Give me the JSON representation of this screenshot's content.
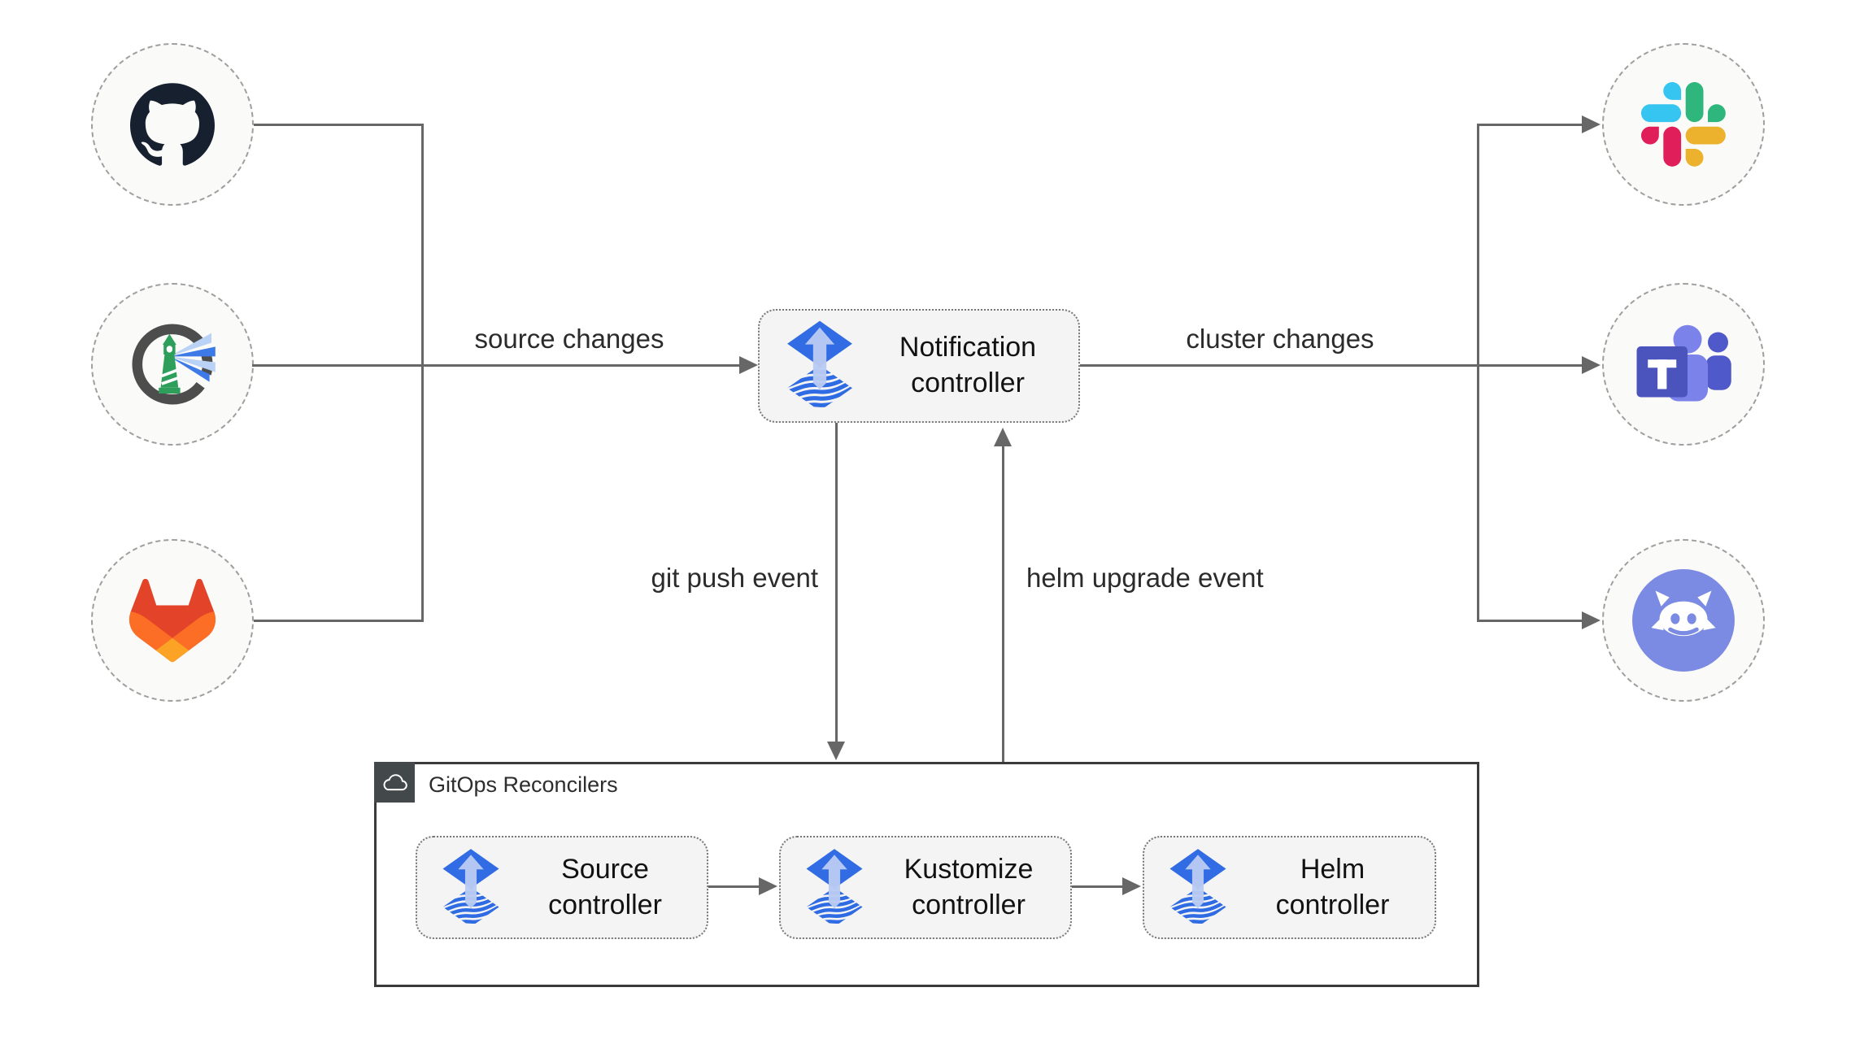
{
  "diagram": {
    "nodes": {
      "notification": {
        "title": "Notification\ncontroller",
        "icon": "flux-icon"
      },
      "source": {
        "title": "Source\ncontroller",
        "icon": "flux-icon"
      },
      "kustomize": {
        "title": "Kustomize\ncontroller",
        "icon": "flux-icon"
      },
      "helm": {
        "title": "Helm\ncontroller",
        "icon": "flux-icon"
      }
    },
    "edge_labels": {
      "source_changes": "source changes",
      "cluster_changes": "cluster changes",
      "git_push_event": "git push event",
      "helm_upgrade_event": "helm upgrade event"
    },
    "group": {
      "label": "GitOps Reconcilers",
      "badge_icon": "cloud-icon"
    },
    "endpoints": {
      "left": [
        "github-icon",
        "harbor-icon",
        "gitlab-icon"
      ],
      "right": [
        "slack-icon",
        "teams-icon",
        "discord-icon"
      ]
    },
    "colors": {
      "flux_blue": "#316ce4",
      "flux_arrow_light": "#b9cbf3",
      "edge_gray": "#676767",
      "node_fill": "#f4f4f4",
      "circle_fill": "#fafaf8",
      "github_dark": "#17202e",
      "harbor_green": "#2e9e5b",
      "gitlab_red": "#e24329",
      "gitlab_orange": "#fc6d26",
      "gitlab_yellow": "#fca326",
      "slack_blue": "#36c5f0",
      "slack_green": "#2eb67d",
      "slack_red": "#e01e5a",
      "slack_yellow": "#ecb22e",
      "teams_purple": "#4b53bc",
      "discord_blurple": "#7b8ae2"
    }
  }
}
